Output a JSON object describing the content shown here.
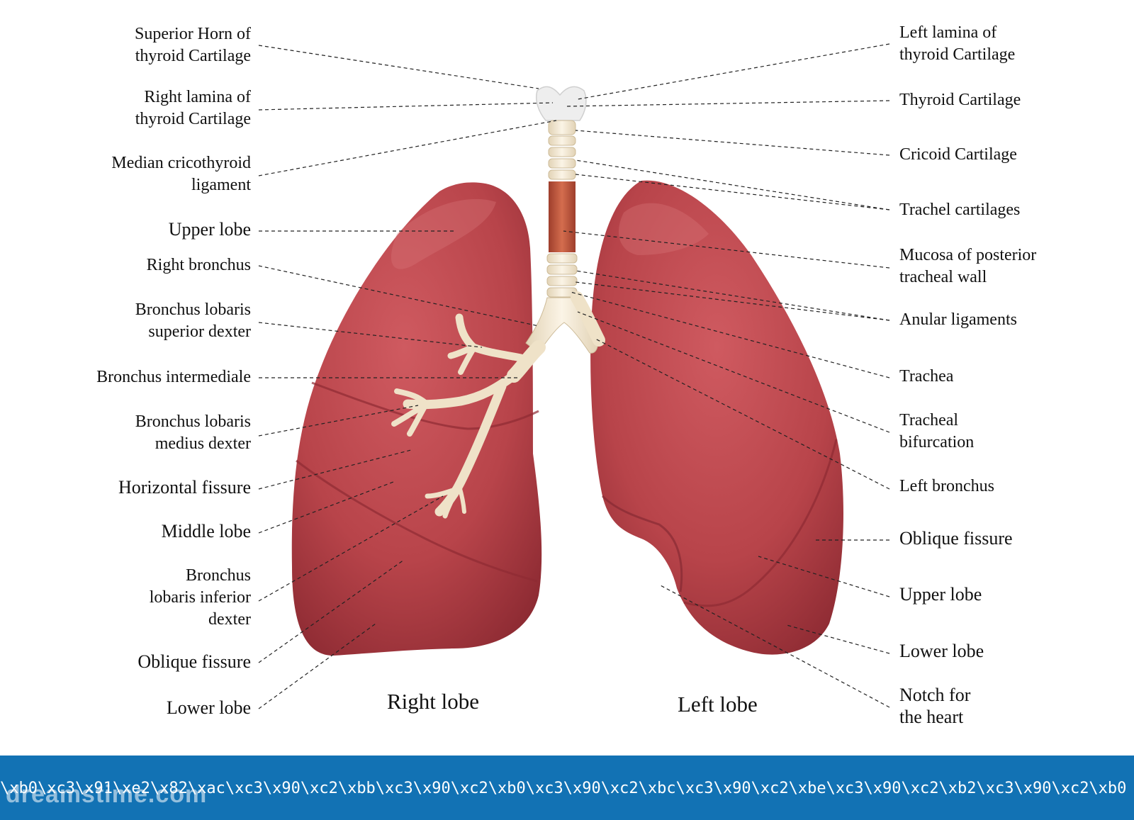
{
  "colors": {
    "lung": "#b8444a",
    "lung_shadow": "#8e2b33",
    "lung_highlight": "#d9777a",
    "cartilage": "#f2e7d2",
    "mucosa": "#c05a3e",
    "footer_bg": "#1272b4"
  },
  "labels_left": [
    {
      "lines": [
        "Superior Horn of",
        "thyroid Cartilage"
      ]
    },
    {
      "lines": [
        "Right lamina of",
        "thyroid Cartilage"
      ]
    },
    {
      "lines": [
        "Median cricothyroid",
        "ligament"
      ]
    },
    {
      "lines": [
        "Upper lobe"
      ]
    },
    {
      "lines": [
        "Right bronchus"
      ]
    },
    {
      "lines": [
        "Bronchus lobaris",
        "superior dexter"
      ]
    },
    {
      "lines": [
        "Bronchus intermediale"
      ]
    },
    {
      "lines": [
        "Bronchus lobaris",
        "medius dexter"
      ]
    },
    {
      "lines": [
        "Horizontal fissure"
      ]
    },
    {
      "lines": [
        "Middle lobe"
      ]
    },
    {
      "lines": [
        "Bronchus",
        "lobaris inferior",
        "dexter"
      ]
    },
    {
      "lines": [
        "Oblique fissure"
      ]
    },
    {
      "lines": [
        "Lower lobe"
      ]
    }
  ],
  "labels_right": [
    {
      "lines": [
        "Left lamina of",
        "thyroid Cartilage"
      ]
    },
    {
      "lines": [
        "Thyroid Cartilage"
      ]
    },
    {
      "lines": [
        "Cricoid Cartilage"
      ]
    },
    {
      "lines": [
        "Trachel cartilages"
      ]
    },
    {
      "lines": [
        "Mucosa of posterior",
        "tracheal wall"
      ]
    },
    {
      "lines": [
        "Anular ligaments"
      ]
    },
    {
      "lines": [
        "Trachea"
      ]
    },
    {
      "lines": [
        "Tracheal",
        "bifurcation"
      ]
    },
    {
      "lines": [
        "Left bronchus"
      ]
    },
    {
      "lines": [
        "Oblique fissure"
      ]
    },
    {
      "lines": [
        "Upper lobe"
      ]
    },
    {
      "lines": [
        "Lower lobe"
      ]
    },
    {
      "lines": [
        "Notch for",
        "the heart"
      ]
    }
  ],
  "lobe_titles": {
    "right": "Right lobe",
    "left": "Left lobe"
  },
  "footer": {
    "text": "\\xb0\\xc3\\x91\\xe2\\x82\\xac\\xc3\\x90\\xc2\\xbb\\xc3\\x90\\xc2\\xb0\\xc3\\x90\\xc2\\xbc\\xc3\\x90\\xc2\\xbe\\xc3\\x90\\xc2\\xb2\\xc3\\x90\\xc2\\xb0",
    "logo": "dreamstime.com"
  }
}
